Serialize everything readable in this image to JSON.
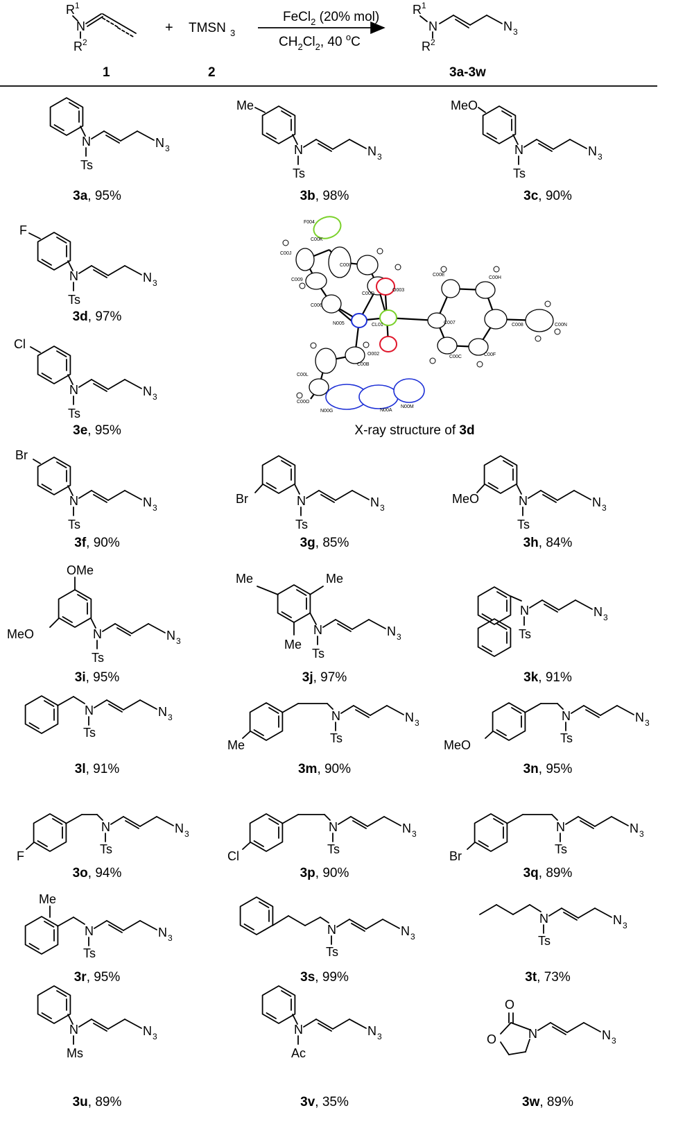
{
  "scheme": {
    "reactant1": {
      "r1": "R",
      "r1_sup": "1",
      "r2": "R",
      "r2_sup": "2",
      "n": "N",
      "label": "1"
    },
    "plus": "+",
    "reactant2": {
      "formula": "TMSN",
      "formula_sub": "3",
      "label": "2"
    },
    "conditions": {
      "line1": "FeCl",
      "line1_sub": "2",
      "line1_rest": " (20% mol)",
      "line2": "CH",
      "line2_sub1": "2",
      "line2_mid": "Cl",
      "line2_sub2": "2",
      "line2_rest": ", 40 ",
      "line2_sup": "o",
      "line2_end": "C"
    },
    "product": {
      "r1": "R",
      "r1_sup": "1",
      "r2": "R",
      "r2_sup": "2",
      "n": "N",
      "n3": "N",
      "n3_sub": "3",
      "label": "3a-3w"
    }
  },
  "products": [
    {
      "id": "3a",
      "yield": ", 95%",
      "n_sub": "Ts",
      "ring_sub": ""
    },
    {
      "id": "3b",
      "yield": ", 98%",
      "n_sub": "Ts",
      "ring_sub": "Me"
    },
    {
      "id": "3c",
      "yield": ", 90%",
      "n_sub": "Ts",
      "ring_sub": "MeO"
    },
    {
      "id": "3d",
      "yield": ", 97%",
      "n_sub": "Ts",
      "ring_sub": "F"
    },
    {
      "id": "3e",
      "yield": ", 95%",
      "n_sub": "Ts",
      "ring_sub": "Cl"
    },
    {
      "id": "3f",
      "yield": ", 90%",
      "n_sub": "Ts",
      "ring_sub": "Br"
    },
    {
      "id": "3g",
      "yield": ", 85%",
      "n_sub": "Ts",
      "ring_sub": "Br"
    },
    {
      "id": "3h",
      "yield": ", 84%",
      "n_sub": "Ts",
      "ring_sub": "MeO"
    },
    {
      "id": "3i",
      "yield": ", 95%",
      "n_sub": "Ts",
      "ring_sub": "OMe",
      "ring_sub2": "MeO"
    },
    {
      "id": "3j",
      "yield": ", 97%",
      "n_sub": "Ts",
      "ring_sub": "Me"
    },
    {
      "id": "3k",
      "yield": ", 91%",
      "n_sub": "Ts"
    },
    {
      "id": "3l",
      "yield": ", 91%",
      "n_sub": "Ts"
    },
    {
      "id": "3m",
      "yield": ", 90%",
      "n_sub": "Ts",
      "ring_sub": "Me"
    },
    {
      "id": "3n",
      "yield": ", 95%",
      "n_sub": "Ts",
      "ring_sub": "MeO"
    },
    {
      "id": "3o",
      "yield": ", 94%",
      "n_sub": "Ts",
      "ring_sub": "F"
    },
    {
      "id": "3p",
      "yield": ", 90%",
      "n_sub": "Ts",
      "ring_sub": "Cl"
    },
    {
      "id": "3q",
      "yield": ", 89%",
      "n_sub": "Ts",
      "ring_sub": "Br"
    },
    {
      "id": "3r",
      "yield": ", 95%",
      "n_sub": "Ts",
      "ring_sub": "Me"
    },
    {
      "id": "3s",
      "yield": ", 99%",
      "n_sub": "Ts"
    },
    {
      "id": "3t",
      "yield": ", 73%",
      "n_sub": "Ts"
    },
    {
      "id": "3u",
      "yield": ", 89%",
      "n_sub": "Ms"
    },
    {
      "id": "3v",
      "yield": ", 35%",
      "n_sub": "Ac"
    },
    {
      "id": "3w",
      "yield": ", 89%"
    }
  ],
  "atoms": {
    "n": "N",
    "n3": "N",
    "n3_sub": "3",
    "o": "O"
  },
  "xray": {
    "caption_pre": "X-ray structure of ",
    "caption_bold": "3d",
    "atom_labels": [
      "F004",
      "C00K",
      "C00J",
      "C00I",
      "C009",
      "C006",
      "C00D",
      "O003",
      "C00E",
      "C00H",
      "N005",
      "CL01",
      "C007",
      "C008",
      "C00N",
      "O002",
      "C00B",
      "C00C",
      "C00F",
      "C00L",
      "C00O",
      "N00G",
      "N00A",
      "N00M"
    ],
    "colors": {
      "carbon": "#000000",
      "nitrogen": "#1c2fd6",
      "oxygen": "#e0162b",
      "fluorine": "#7ad12a",
      "sulfur": "#7ad12a"
    }
  }
}
